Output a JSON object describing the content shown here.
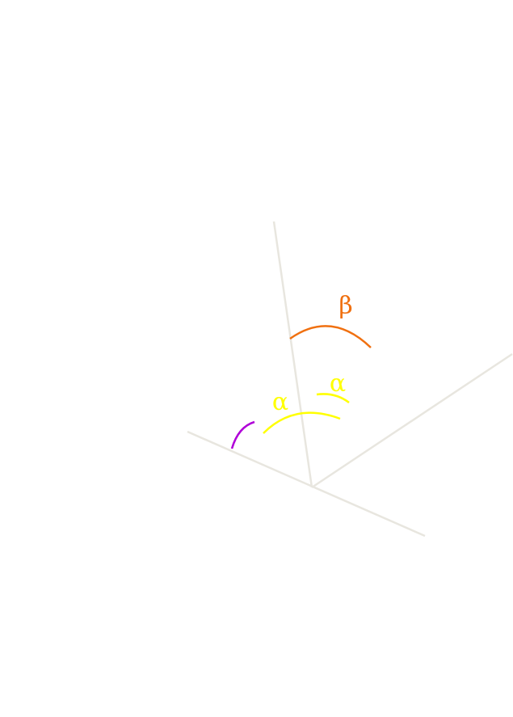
{
  "colors": {
    "background": "#ffffff",
    "lines": "#e8e6df",
    "alpha": "#ffff00",
    "beta": "#f07010",
    "third_angle": "#b000d8"
  },
  "labels": {
    "alpha_left": "α",
    "alpha_right": "α",
    "beta": "β"
  }
}
